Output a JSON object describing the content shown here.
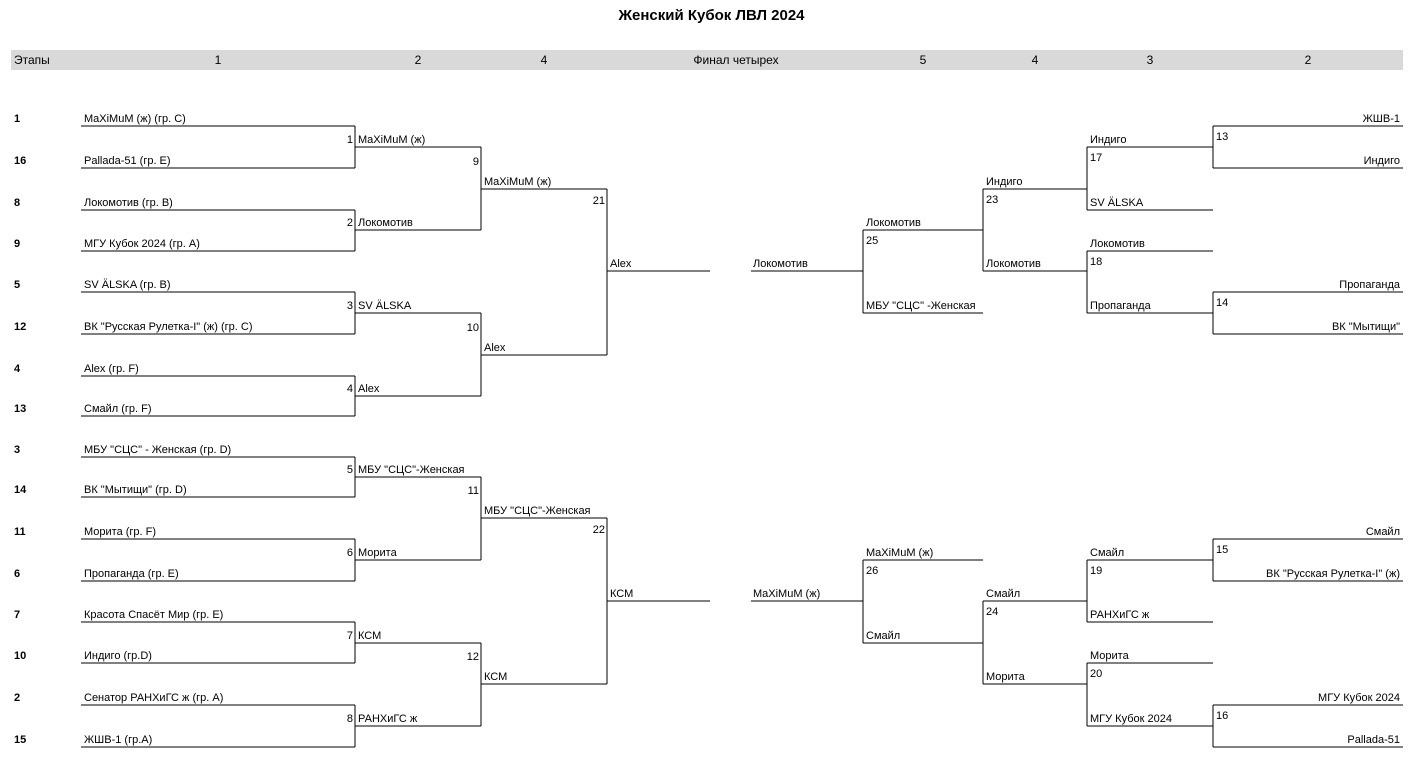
{
  "title": "Женский Кубок ЛВЛ 2024",
  "stages": [
    "Этапы",
    "1",
    "2",
    "4",
    "Финал четырех",
    "5",
    "4",
    "3",
    "2"
  ],
  "seeds": [
    "1",
    "16",
    "8",
    "9",
    "5",
    "12",
    "4",
    "13",
    "3",
    "14",
    "11",
    "6",
    "7",
    "10",
    "2",
    "15"
  ],
  "round1": [
    "MaXiMuM (ж) (гр. C)",
    "Pallada-51 (гр. E)",
    "Локомотив (гр. B)",
    "МГУ Кубок 2024 (гр. А)",
    "SV ÄLSKA (гр. B)",
    "ВК \"Русская Рулетка-I\" (ж) (гр. С)",
    "Alex (гр. F)",
    "Смайл (гр. F)",
    "МБУ \"СЦС\" - Женская (гр. D)",
    "ВК \"Мытищи\" (гр. D)",
    "Морита (гр. F)",
    "Пропаганда (гр. E)",
    "Красота Спасёт Мир (гр. E)",
    "Индиго (гр.D)",
    "Сенатор РАНХиГС ж (гр. A)",
    "ЖШВ-1 (гр.А)"
  ],
  "match_nums_r1": [
    "1",
    "2",
    "3",
    "4",
    "5",
    "6",
    "7",
    "8"
  ],
  "round2": [
    "MaXiMuM (ж)",
    "Локомотив",
    "SV ÄLSKA",
    "Alex",
    "МБУ \"СЦС\"-Женская",
    "Морита",
    "КСМ",
    "РАНХиГС ж"
  ],
  "match_nums_r2": [
    "9",
    "10",
    "11",
    "12"
  ],
  "round3": [
    "MaXiMuM (ж)",
    "Alex",
    "МБУ \"СЦС\"-Женская",
    "КСМ"
  ],
  "match_nums_r3": [
    "21",
    "22"
  ],
  "left_finalists": [
    "Alex",
    "КСМ"
  ],
  "final_four": [
    "Локомотив",
    "MaXiMuM (ж)"
  ],
  "match_nums_f4": [
    "25",
    "26"
  ],
  "right_5": [
    {
      "top": "Локомотив",
      "bottom": "МБУ \"СЦС\" -Женская"
    },
    {
      "top": "MaXiMuM (ж)",
      "bottom": "Смайл"
    }
  ],
  "match_nums_r4": [
    "23",
    "24"
  ],
  "right_4": [
    {
      "top": "Индиго",
      "bottom": "Локомотив"
    },
    {
      "top": "Смайл",
      "bottom": "Морита"
    }
  ],
  "match_nums_r3r": [
    "17",
    "18",
    "19",
    "20"
  ],
  "right_3": [
    {
      "top": "Индиго",
      "bottom": "SV ÄLSKA"
    },
    {
      "top": "Локомотив",
      "bottom": "Пропаганда"
    },
    {
      "top": "Смайл",
      "bottom": "РАНХиГС ж"
    },
    {
      "top": "Морита",
      "bottom": "МГУ Кубок 2024"
    }
  ],
  "match_nums_r2r": [
    "13",
    "14",
    "15",
    "16"
  ],
  "right_2": [
    {
      "top": "ЖШВ-1",
      "bottom": "Индиго"
    },
    {
      "top": "Пропаганда",
      "bottom": "ВК \"Мытищи\""
    },
    {
      "top": "Смайл",
      "bottom": "ВК \"Русская Рулетка-I\" (ж)"
    },
    {
      "top": "МГУ Кубок 2024",
      "bottom": "Pallada-51"
    }
  ]
}
